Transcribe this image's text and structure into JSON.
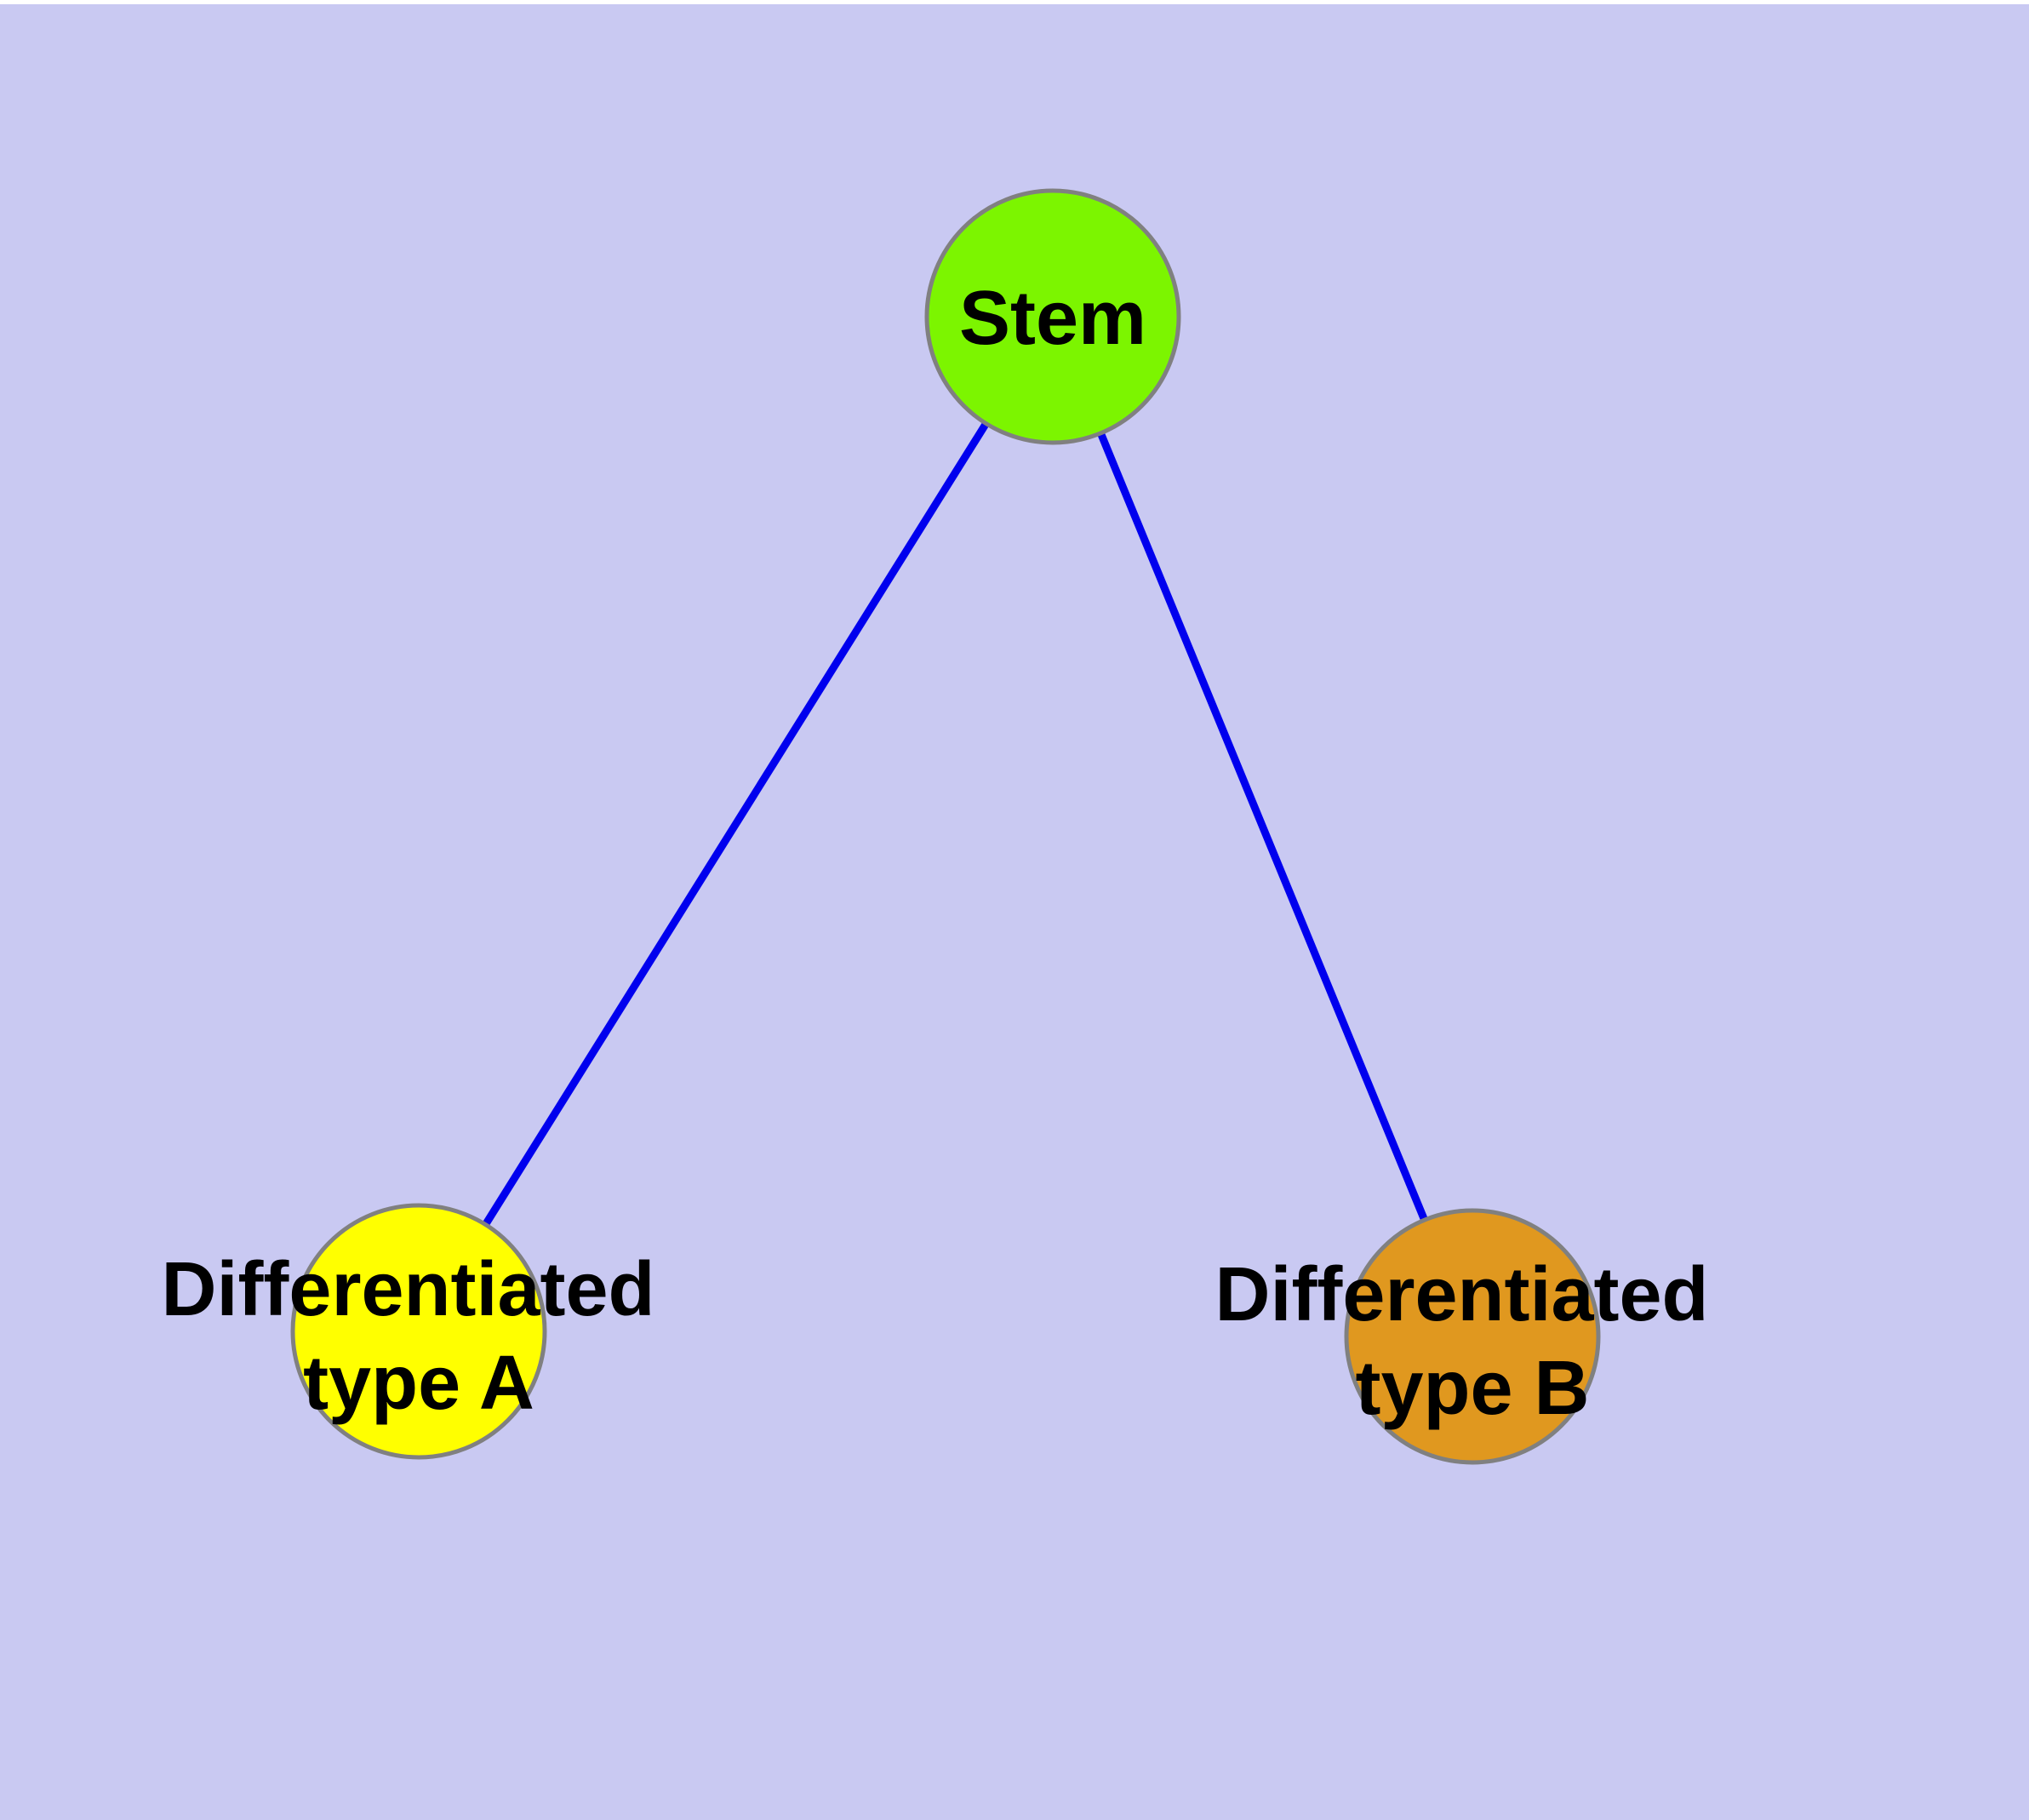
{
  "diagram": {
    "background_color": "#c9c9f2",
    "top_edge_strip_color": "#ffffff",
    "edge_color": "#0000ee",
    "node_border_color": "#808080",
    "nodes": {
      "stem": {
        "label": "Stem",
        "fill": "#7cf500"
      },
      "type_a": {
        "lines": [
          "Differentiated",
          "type A"
        ],
        "fill": "#ffff00"
      },
      "type_b": {
        "lines": [
          "Differentiated",
          "type B"
        ],
        "fill": "#e0981f"
      }
    },
    "edges": [
      {
        "from": "stem",
        "to": "type_a"
      },
      {
        "from": "stem",
        "to": "type_b"
      }
    ]
  }
}
